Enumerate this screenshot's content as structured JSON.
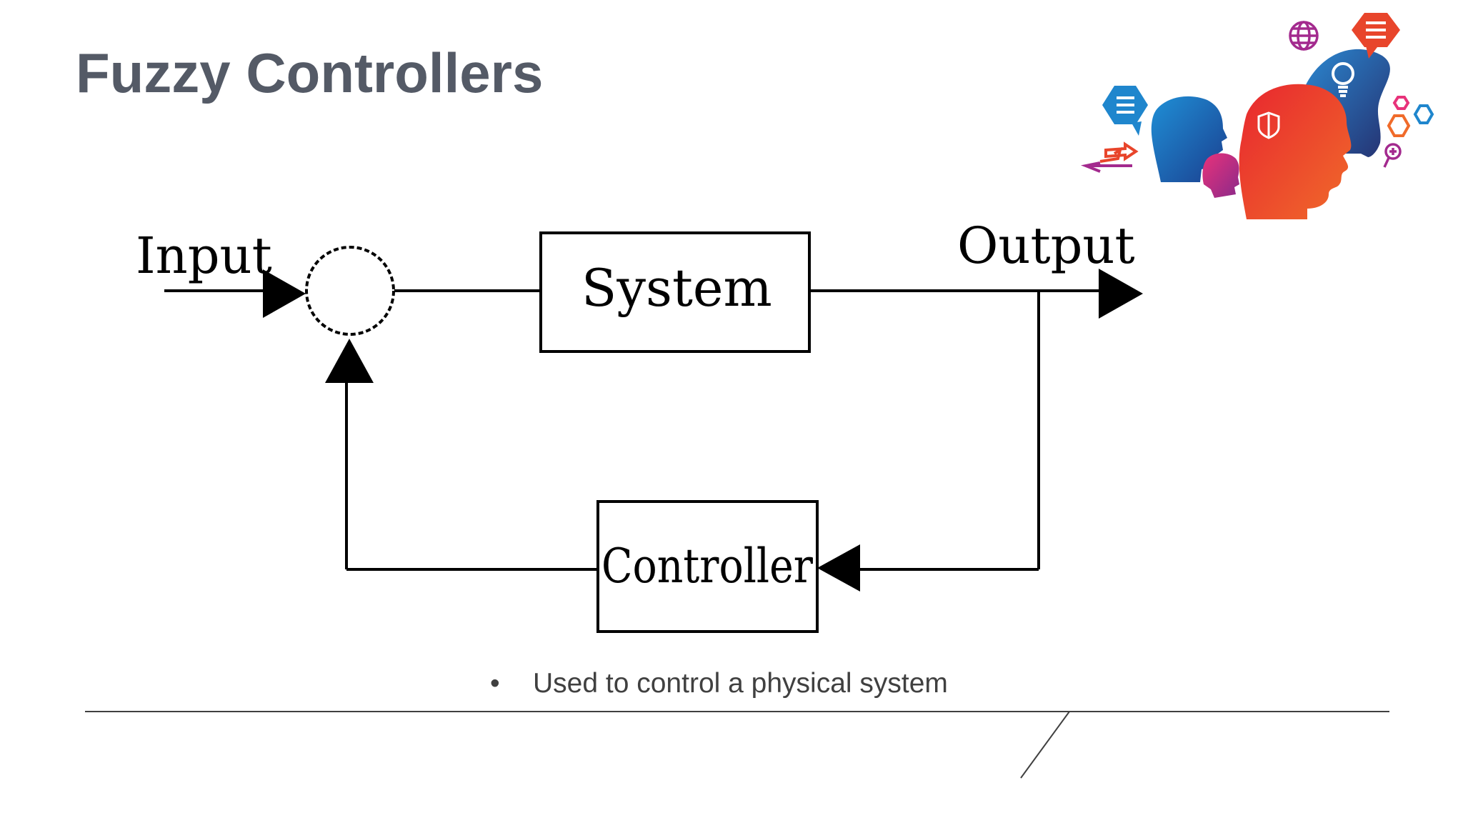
{
  "slide": {
    "title": "Fuzzy Controllers",
    "bullets": [
      "Used to control a physical system"
    ],
    "bullet_marker": "•"
  },
  "diagram": {
    "input_label": "Input",
    "output_label": "Output",
    "system_label": "System",
    "controller_label": "Controller"
  },
  "decoration": {
    "icons": [
      "globe-icon",
      "list-icon",
      "lightbulb-icon",
      "shield-icon",
      "swap-arrows-icon",
      "hexagon-icon",
      "pin-icon"
    ]
  },
  "colors": {
    "title": "#545a66",
    "body_text": "#404040",
    "diagram_stroke": "#000000",
    "divider": "#404040"
  }
}
